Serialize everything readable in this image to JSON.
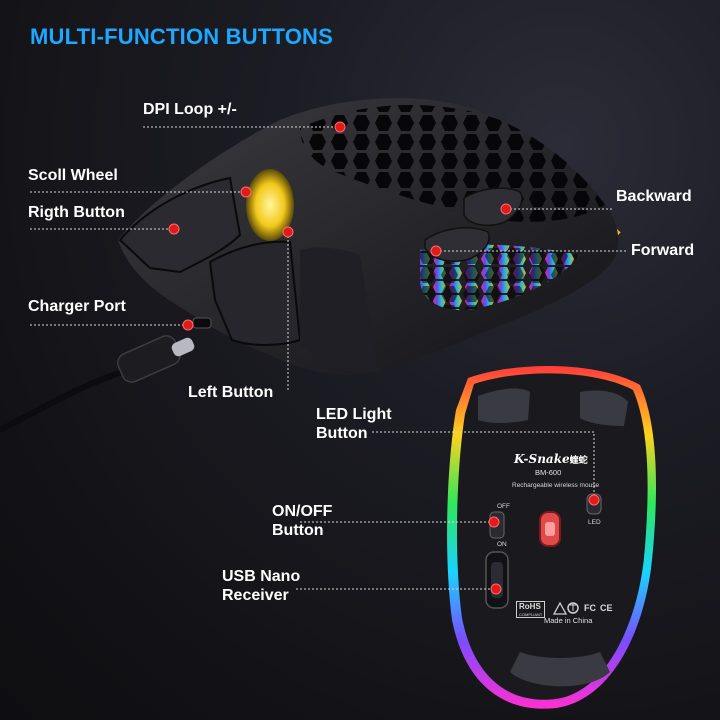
{
  "title": "MULTI-FUNCTION BUTTONS",
  "labels": {
    "dpi": "DPI Loop +/-",
    "scroll": "Scoll Wheel",
    "right": "Rigth Button",
    "charger": "Charger Port",
    "left": "Left Button",
    "backward": "Backward",
    "forward": "Forward",
    "led_line1": "LED Light",
    "led_line2": "Button",
    "onoff_line1": "ON/OFF",
    "onoff_line2": "Button",
    "usb_line1": "USB Nano",
    "usb_line2": "Receiver"
  },
  "underside": {
    "brand": "K-Snake",
    "brand_cn": "蝰蛇",
    "model": "BM-600",
    "tagline": "Rechargeable wireless mouse",
    "switch_off": "OFF",
    "switch_on": "ON",
    "led": "LED",
    "rohs": "RoHS",
    "rohs_sub": "COMPLIANT",
    "ce": "CE",
    "fc": "FC",
    "origin": "Made in China"
  },
  "colors": {
    "title": "#1ea7ff",
    "marker": "#e01b1b",
    "background": "#141418"
  },
  "icons": [
    "usb-c-cable-icon",
    "recycle-icon",
    "recycling-triangle-icon"
  ]
}
